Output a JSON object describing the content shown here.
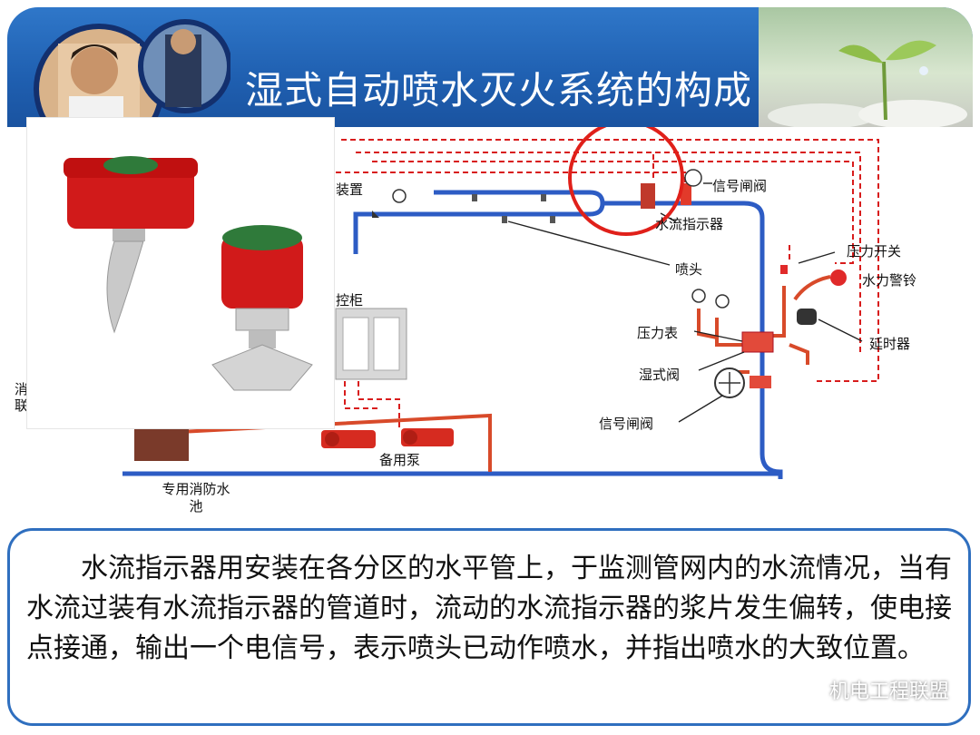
{
  "title": "湿式自动喷水灭火系统的构成",
  "labels": {
    "signal_valve_top": "信号闸阀",
    "water_flow_indicator": "水流指示器",
    "sprinkler_head": "喷头",
    "pressure_switch": "压力开关",
    "water_alarm_bell": "水力警铃",
    "pressure_gauge": "压力表",
    "delay_device": "延时器",
    "wet_valve": "湿式阀",
    "signal_valve_bottom": "信号闸阀",
    "standby_pump": "备用泵",
    "fire_pool": "专用消防水\n池",
    "device_partial": "装置",
    "cabinet_partial": "控柜",
    "left_partial_1": "消",
    "left_partial_2": "联"
  },
  "description": "水流指示器用安装在各分区的水平管上，于监测管网内的水流情况，当有水流过装有水流指示器的管道时，流动的水流指示器的浆片发生偏转，使电接点接通，输出一个电信号，表示喷头已动作喷水，并指出喷水的大致位置。",
  "watermark": "机电工程联盟",
  "colors": {
    "header_blue": "#1f5fb0",
    "pipe_blue": "#2d5cc4",
    "pipe_red": "#d84a2a",
    "dashed_red": "#d81c1c",
    "box_border": "#2f6fbf"
  }
}
